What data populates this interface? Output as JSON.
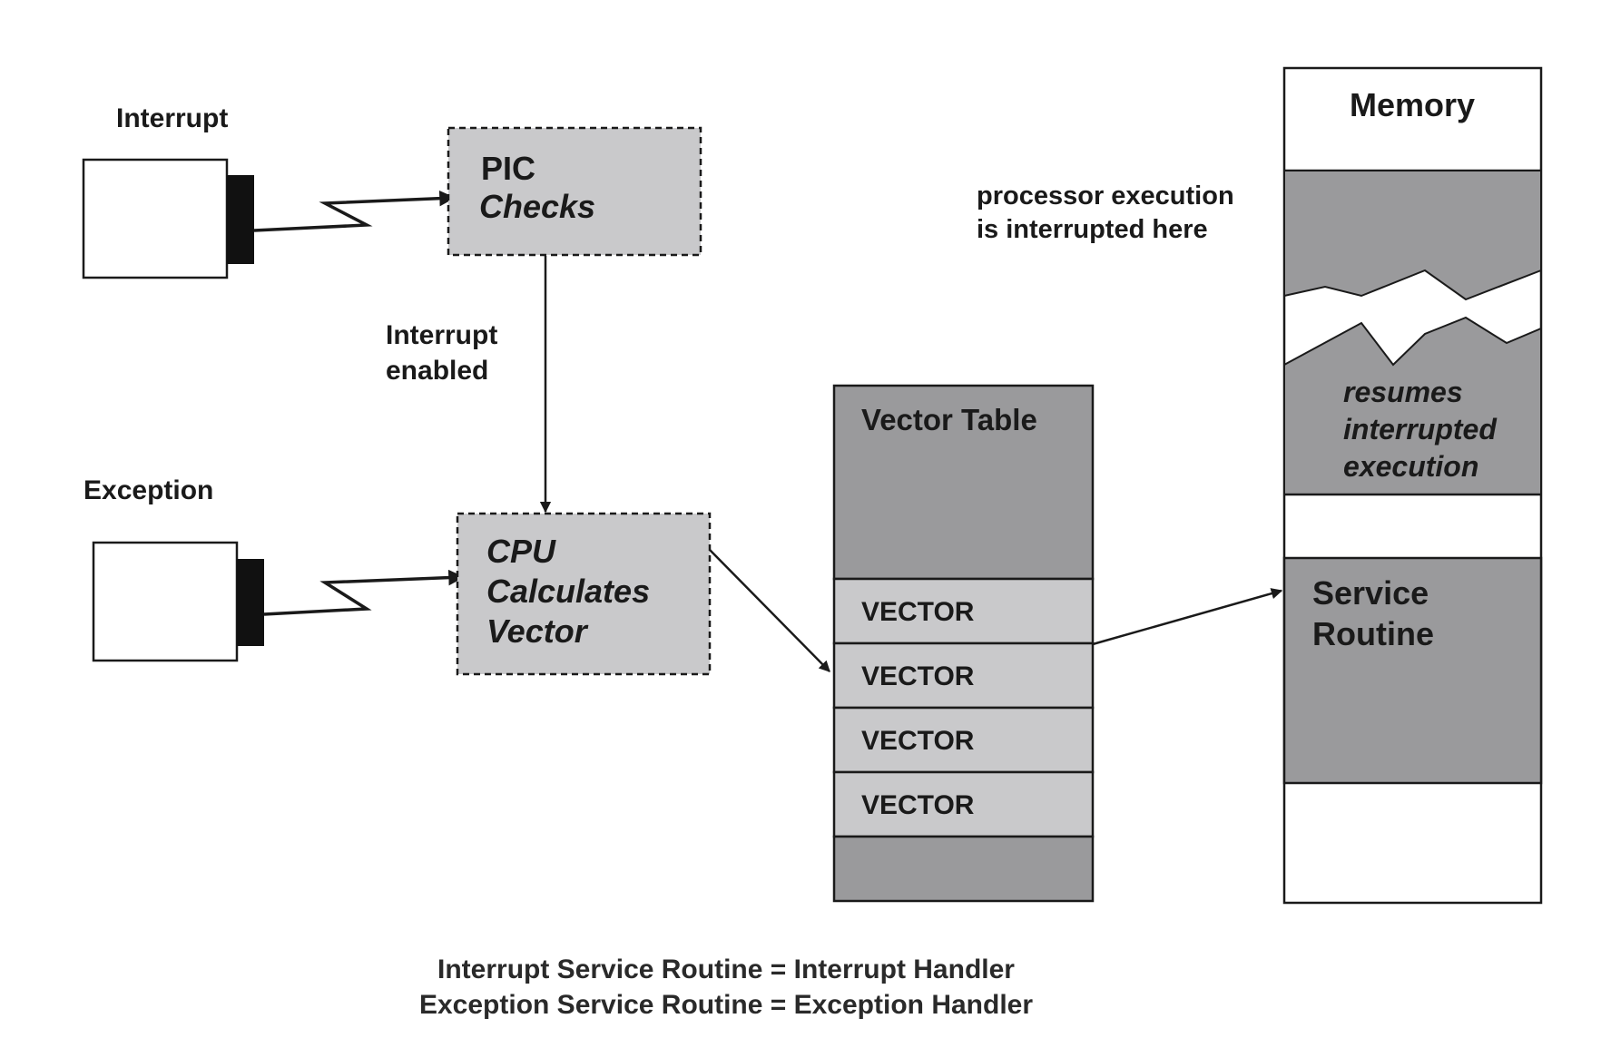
{
  "interrupt_source": {
    "label": "Interrupt"
  },
  "exception_source": {
    "label": "Exception"
  },
  "pic_box": {
    "line1": "PIC",
    "line2": "Checks"
  },
  "interrupt_enabled_label": {
    "line1": "Interrupt",
    "line2": "enabled"
  },
  "cpu_box": {
    "line1": "CPU",
    "line2": "Calculates",
    "line3": "Vector"
  },
  "vector_table": {
    "title": "Vector Table",
    "entries": [
      "VECTOR",
      "VECTOR",
      "VECTOR",
      "VECTOR"
    ]
  },
  "memory": {
    "title": "Memory",
    "resume_label": {
      "line1": "resumes",
      "line2": "interrupted",
      "line3": "execution"
    },
    "service_routine": {
      "line1": "Service",
      "line2": "Routine"
    }
  },
  "processor_note": {
    "line1": "processor execution",
    "line2": "is interrupted here"
  },
  "caption": {
    "line1": "Interrupt Service Routine = Interrupt Handler",
    "line2": "Exception Service Routine = Exception Handler"
  },
  "colors": {
    "dark_gray": "#9a9a9c",
    "light_gray": "#c9c9cb",
    "outline": "#1a1a1a",
    "background": "#ffffff"
  }
}
